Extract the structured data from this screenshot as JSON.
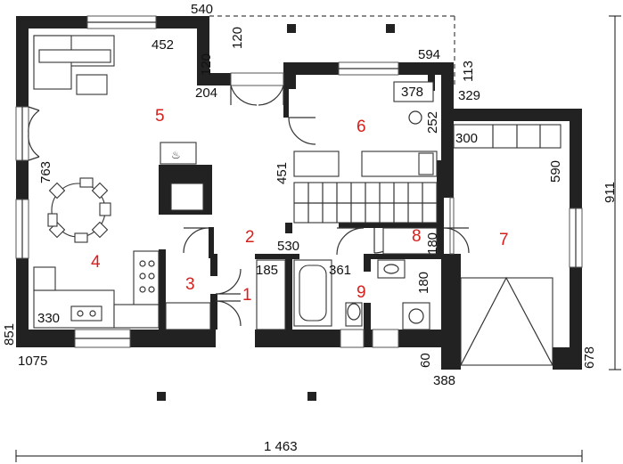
{
  "rooms": [
    "1",
    "2",
    "3",
    "4",
    "5",
    "6",
    "7",
    "8",
    "9"
  ],
  "dimensions": {
    "top_540": "540",
    "d452": "452",
    "d120a": "120",
    "d120b": "120",
    "d594": "594",
    "d113": "113",
    "d204": "204",
    "d378": "378",
    "d329": "329",
    "d252": "252",
    "d300": "300",
    "d590": "590",
    "d911": "911",
    "d763": "763",
    "d451": "451",
    "d530": "530",
    "d185": "185",
    "d361": "361",
    "d180a": "180",
    "d180b": "180",
    "d330": "330",
    "d851": "851",
    "d1075": "1075",
    "d60": "60",
    "d388": "388",
    "d678": "678",
    "total_width": "1 463"
  }
}
